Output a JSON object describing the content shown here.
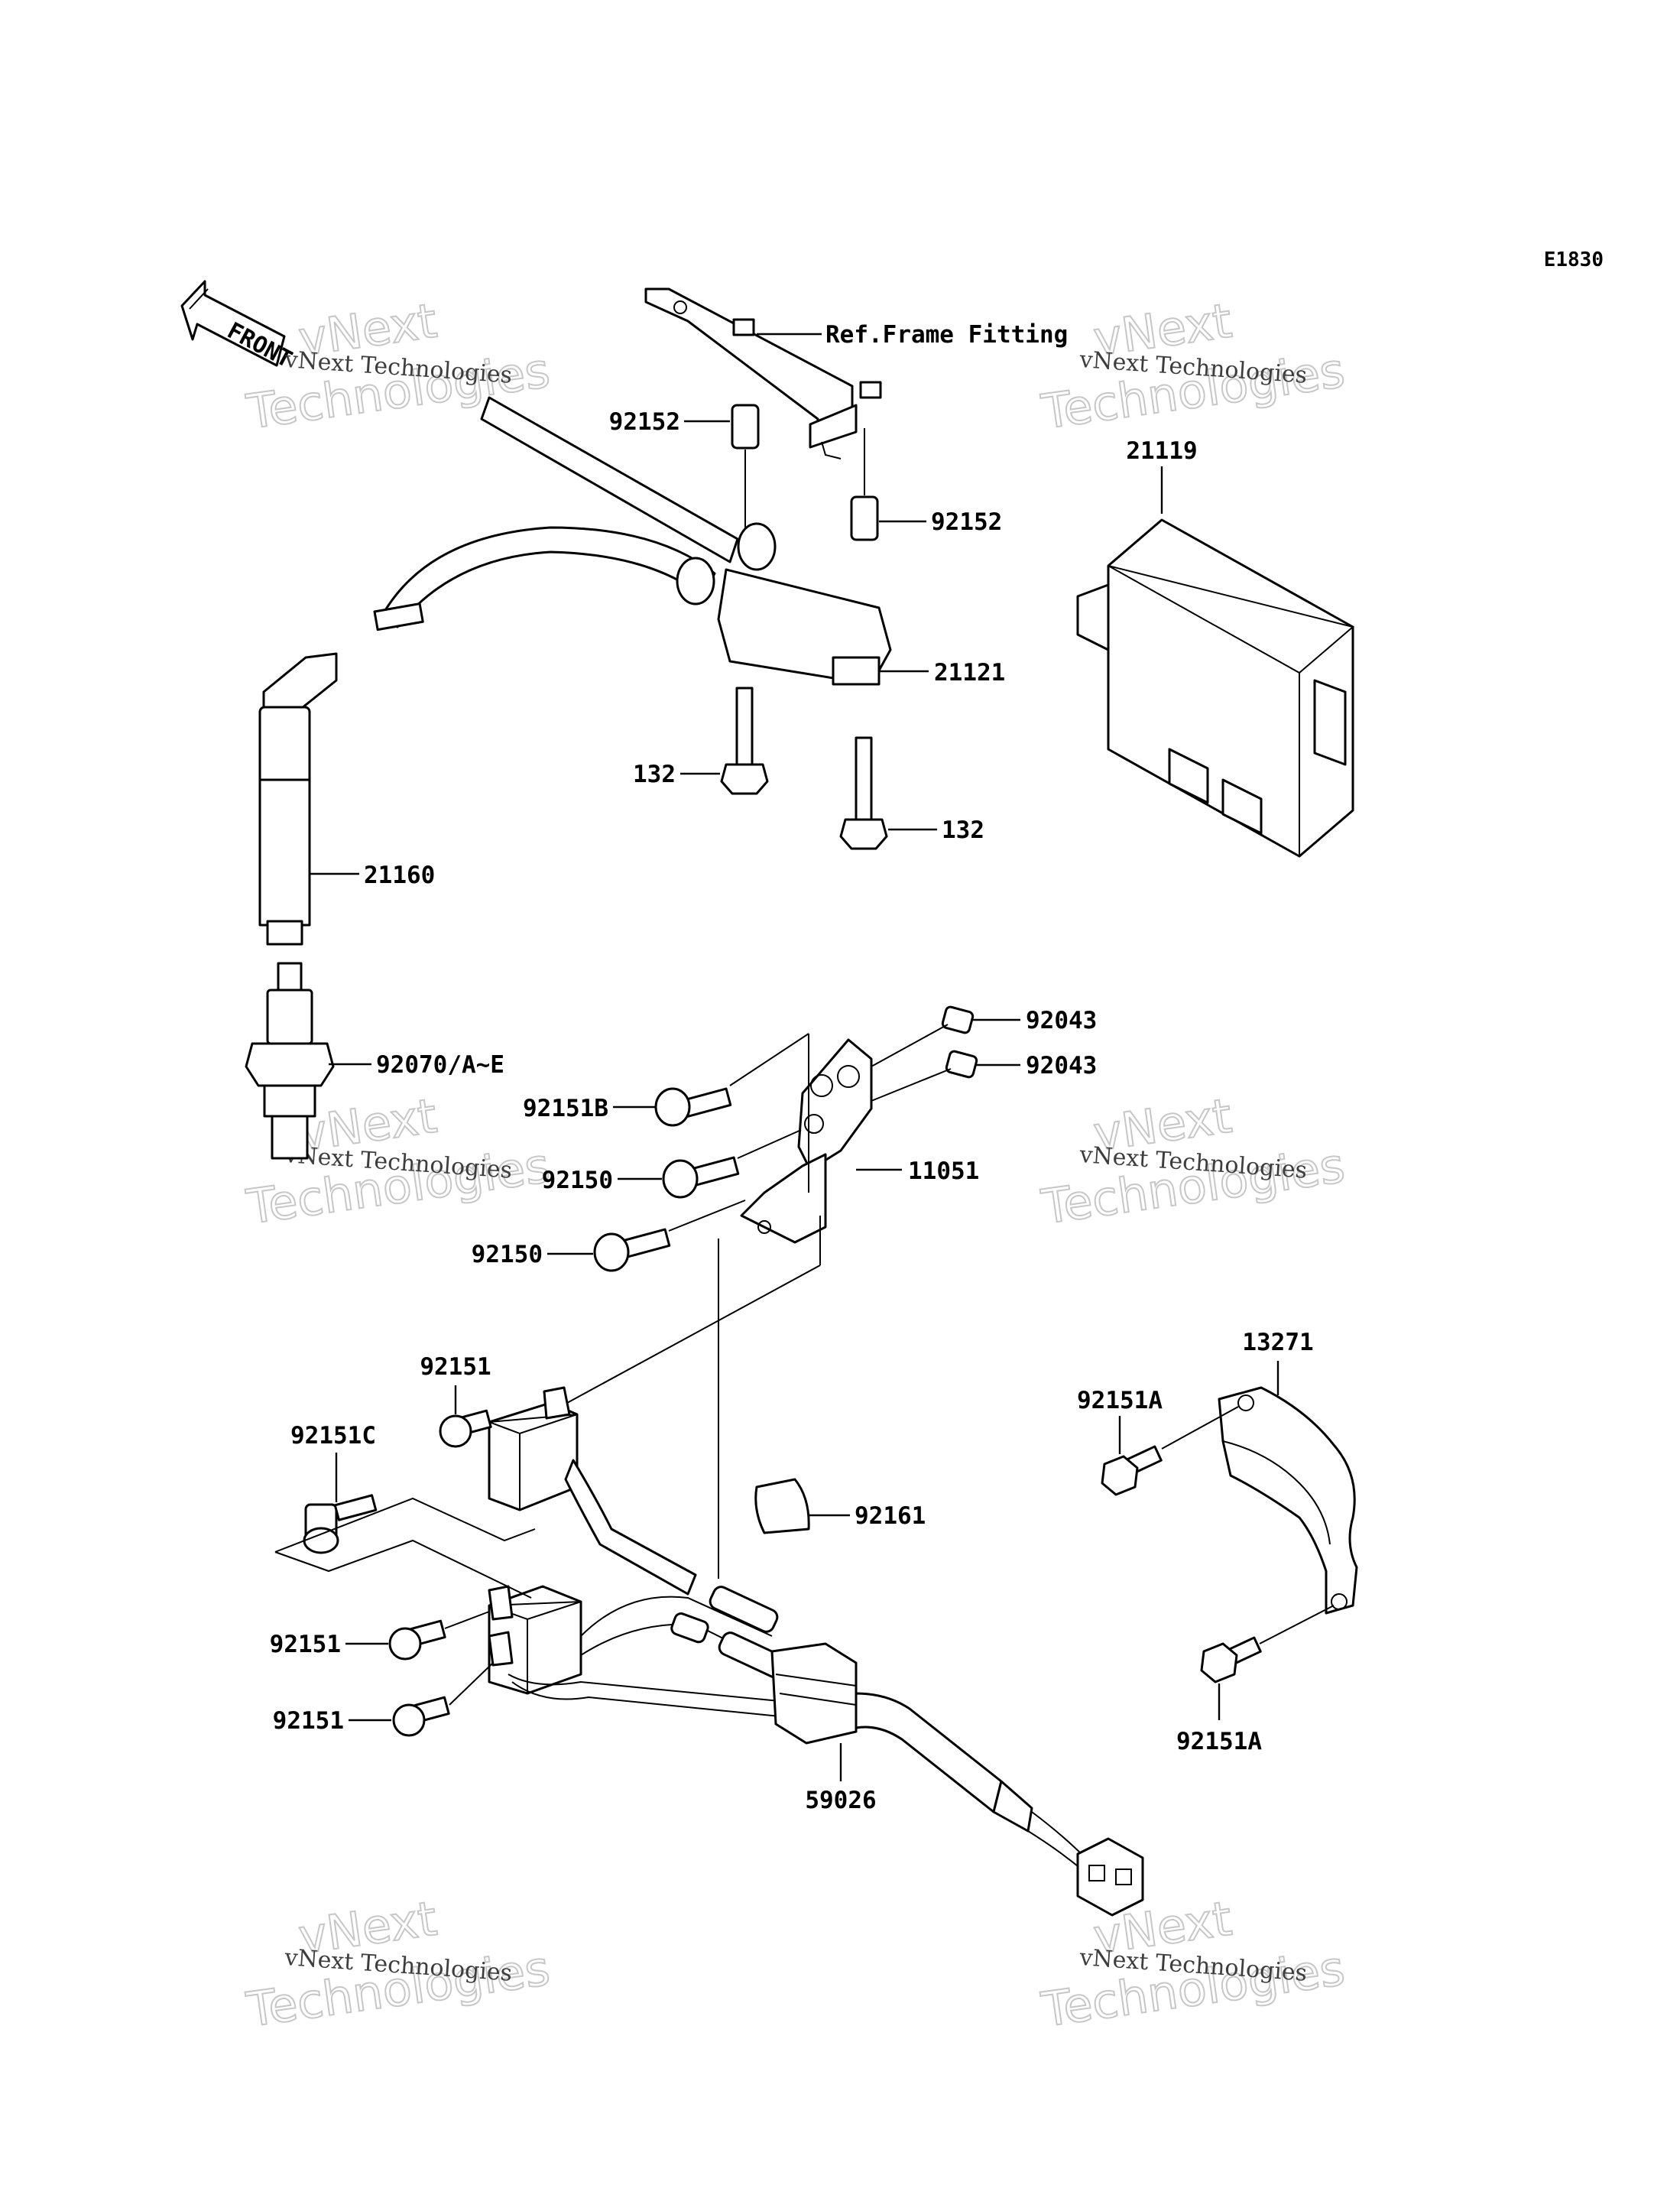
{
  "diagram_code": "E1830",
  "front_arrow": {
    "label": "FRONT"
  },
  "reference_note": "Ref.Frame Fitting",
  "watermark": {
    "line1": "vNext Technologies",
    "line2": "vNext",
    "line3": "Technologies"
  },
  "parts": {
    "p92152_top": "92152",
    "p92152_right": "92152",
    "p21119": "21119",
    "p21121": "21121",
    "p132_left": "132",
    "p132_right": "132",
    "p21160": "21160",
    "p92070": "92070/A~E",
    "p92043_top": "92043",
    "p92043_bottom": "92043",
    "p92151B": "92151B",
    "p92150_top": "92150",
    "p92150_bottom": "92150",
    "p11051": "11051",
    "p92151_top": "92151",
    "p92151C": "92151C",
    "p92161": "92161",
    "p13271": "13271",
    "p92151A_top": "92151A",
    "p92151A_bottom": "92151A",
    "p92151_mid": "92151",
    "p92151_low": "92151",
    "p59026": "59026"
  },
  "colors": {
    "line": "#000000",
    "background": "#ffffff",
    "watermark": "#c4c4c4"
  }
}
